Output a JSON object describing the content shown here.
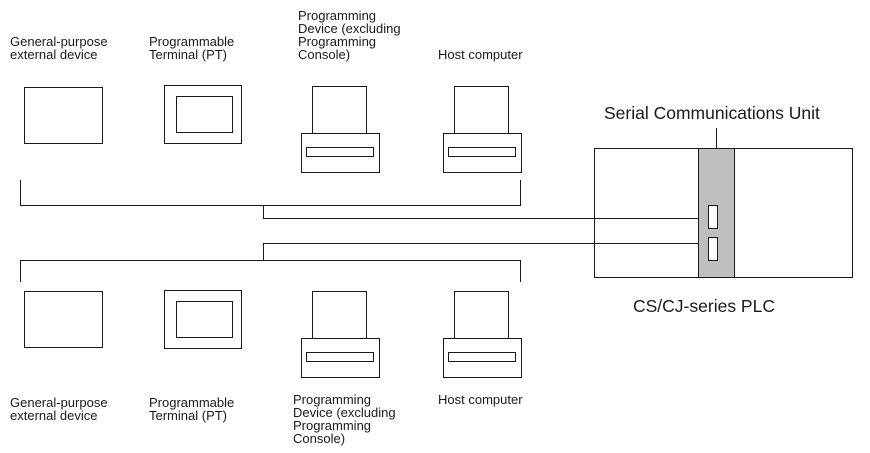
{
  "top_row": {
    "general_device": "General-purpose\nexternal device",
    "pt": "Programmable\nTerminal (PT)",
    "programming_device": "Programming\nDevice (excluding\nProgramming\nConsole)",
    "host_computer": "Host computer"
  },
  "bottom_row": {
    "general_device": "General-purpose\nexternal device",
    "pt": "Programmable\nTerminal (PT)",
    "programming_device": "Programming\nDevice (excluding\nProgramming\nConsole)",
    "host_computer": "Host computer"
  },
  "serial_unit_label": "Serial Communications Unit",
  "plc_label": "CS/CJ-series PLC",
  "colors": {
    "line": "#1a1a1a",
    "unit_fill": "#bfbfbf",
    "background": "#ffffff"
  }
}
